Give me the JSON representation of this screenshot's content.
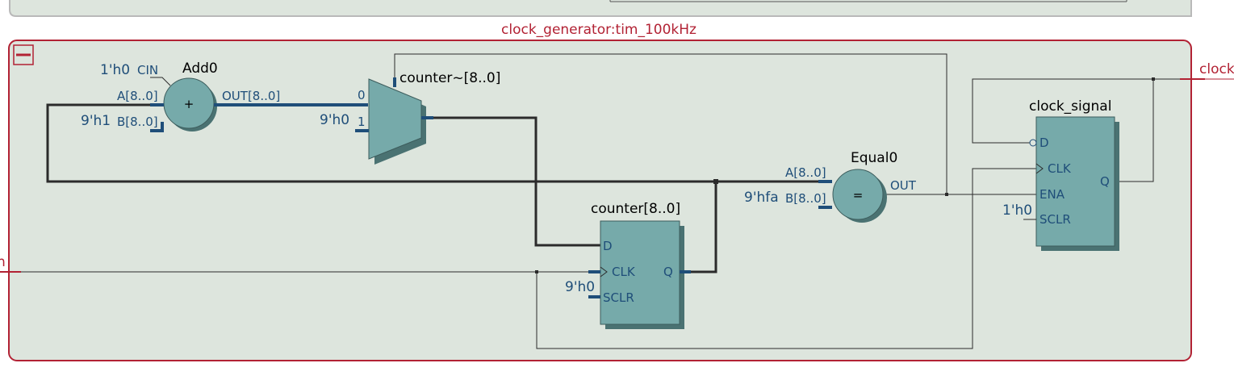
{
  "title": "clock_generator:tim_100kHz",
  "ports": {
    "output": "clock",
    "input": "n"
  },
  "add": {
    "name": "Add0",
    "symbol": "+",
    "cin_value": "1'h0",
    "cin_label": "CIN",
    "a_label": "A[8..0]",
    "b_value": "9'h1",
    "b_label": "B[8..0]",
    "out_label": "OUT[8..0]"
  },
  "mux": {
    "name": "counter~[8..0]",
    "in0_label": "0",
    "in1_label": "1",
    "in1_value": "9'h0"
  },
  "counter": {
    "name": "counter[8..0]",
    "d_label": "D",
    "clk_label": "CLK",
    "q_label": "Q",
    "sclr_label": "SCLR",
    "sclr_value": "9'h0"
  },
  "equal": {
    "name": "Equal0",
    "symbol": "=",
    "a_label": "A[8..0]",
    "b_label": "B[8..0]",
    "b_value": "9'hfa",
    "out_label": "OUT"
  },
  "clock_signal": {
    "name": "clock_signal",
    "d_label": "D",
    "clk_label": "CLK",
    "ena_label": "ENA",
    "sclr_label": "SCLR",
    "sclr_value": "1'h0",
    "q_label": "Q"
  },
  "colors": {
    "block_fill": "#76aaaa",
    "frame": "#b22234",
    "port_text": "#1f4e79",
    "background": "#dde5dd"
  }
}
